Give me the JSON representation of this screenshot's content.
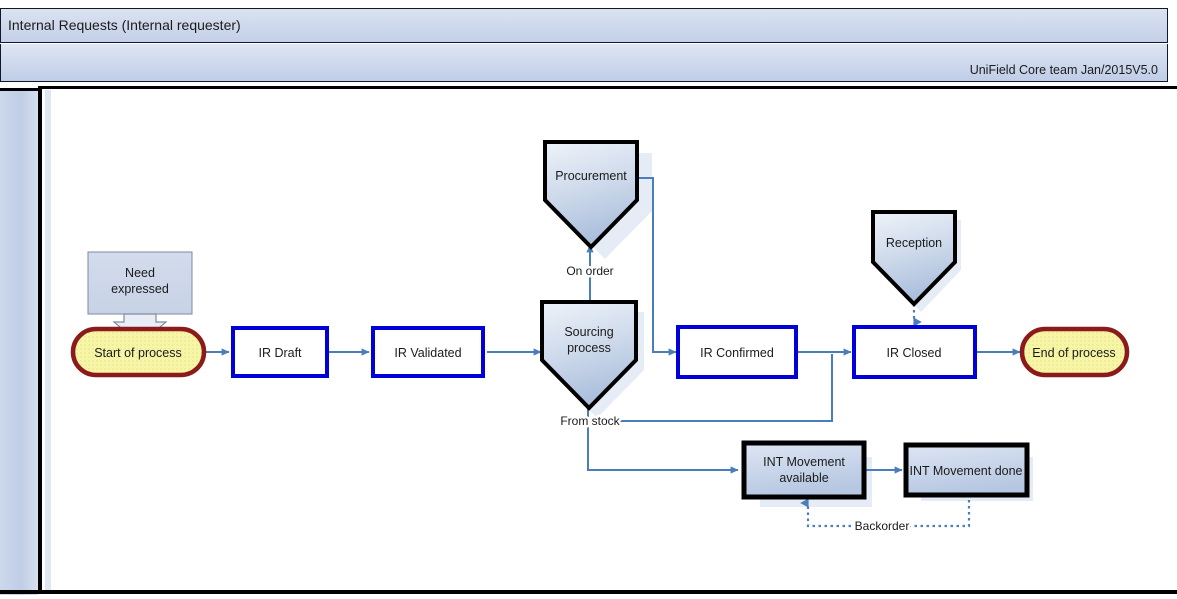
{
  "header": {
    "title": "Internal Requests (Internal requester)",
    "version_note": "UniField Core team Jan/2015V5.0"
  },
  "colors": {
    "header_gradient_top": "#dbe3f1",
    "header_gradient_bottom": "#c3d0e8",
    "connector_blue": "#4a7ebb",
    "state_box_border": "#0000d8",
    "terminator_fill": "#f4f2a0",
    "terminator_border": "#8b1a1a",
    "shape_fill_top": "#e3eaf6",
    "shape_fill_bottom": "#b9c9e2",
    "thick_black": "#000000"
  },
  "diagram": {
    "nodes": {
      "need_expressed": "Need expressed",
      "need_expressed_l1": "Need",
      "need_expressed_l2": "expressed",
      "start_of_process": "Start of process",
      "ir_draft": "IR Draft",
      "ir_validated": "IR Validated",
      "sourcing_process_l1": "Sourcing",
      "sourcing_process_l2": "process",
      "procurement": "Procurement",
      "ir_confirmed": "IR Confirmed",
      "reception": "Reception",
      "ir_closed": "IR  Closed",
      "end_of_process": "End of process",
      "int_movement_available_l1": "INT Movement",
      "int_movement_available_l2": "available",
      "int_movement_done": "INT Movement done"
    },
    "edge_labels": {
      "on_order": "On order",
      "from_stock": "From stock",
      "backorder": "Backorder"
    }
  }
}
